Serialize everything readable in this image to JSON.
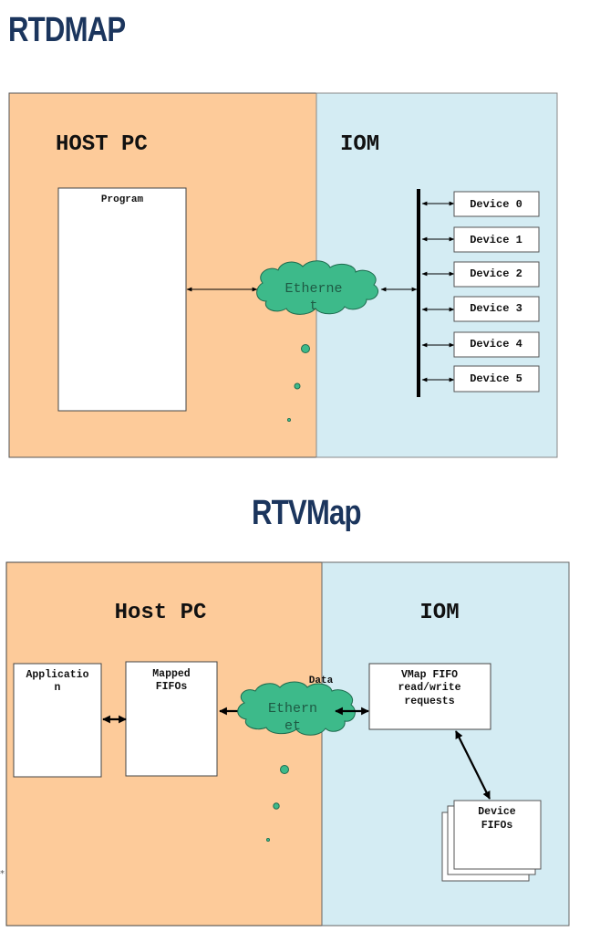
{
  "diagram1": {
    "title": "RTDMAP",
    "left_region_label": "HOST PC",
    "right_region_label": "IOM",
    "program_box_label": "Program",
    "network_label_line1": "Etherne",
    "network_label_line2": "t",
    "devices": [
      "Device 0",
      "Device 1",
      "Device 2",
      "Device 3",
      "Device 4",
      "Device 5"
    ]
  },
  "diagram2": {
    "title": "RTVMap",
    "left_region_label": "Host PC",
    "right_region_label": "IOM",
    "application_box_line1": "Applicatio",
    "application_box_line2": "n",
    "mapped_fifos_line1": "Mapped",
    "mapped_fifos_line2": "FIFOs",
    "network_label_line1": "Ethern",
    "network_label_line2": "et",
    "data_label": "Data",
    "vmap_box_line1": "VMap FIFO",
    "vmap_box_line2": "read/write",
    "vmap_box_line3": "requests",
    "device_fifos_line1": "Device",
    "device_fifos_line2": "FIFOs"
  },
  "colors": {
    "title": "#1b355d",
    "host_region": "#fdcb9a",
    "iom_region": "#d4ecf3",
    "cloud_fill": "#3dba8a",
    "cloud_text": "#1e6b4e",
    "box_fill": "#ffffff",
    "stroke": "#000000"
  },
  "footnote_mark": "*"
}
